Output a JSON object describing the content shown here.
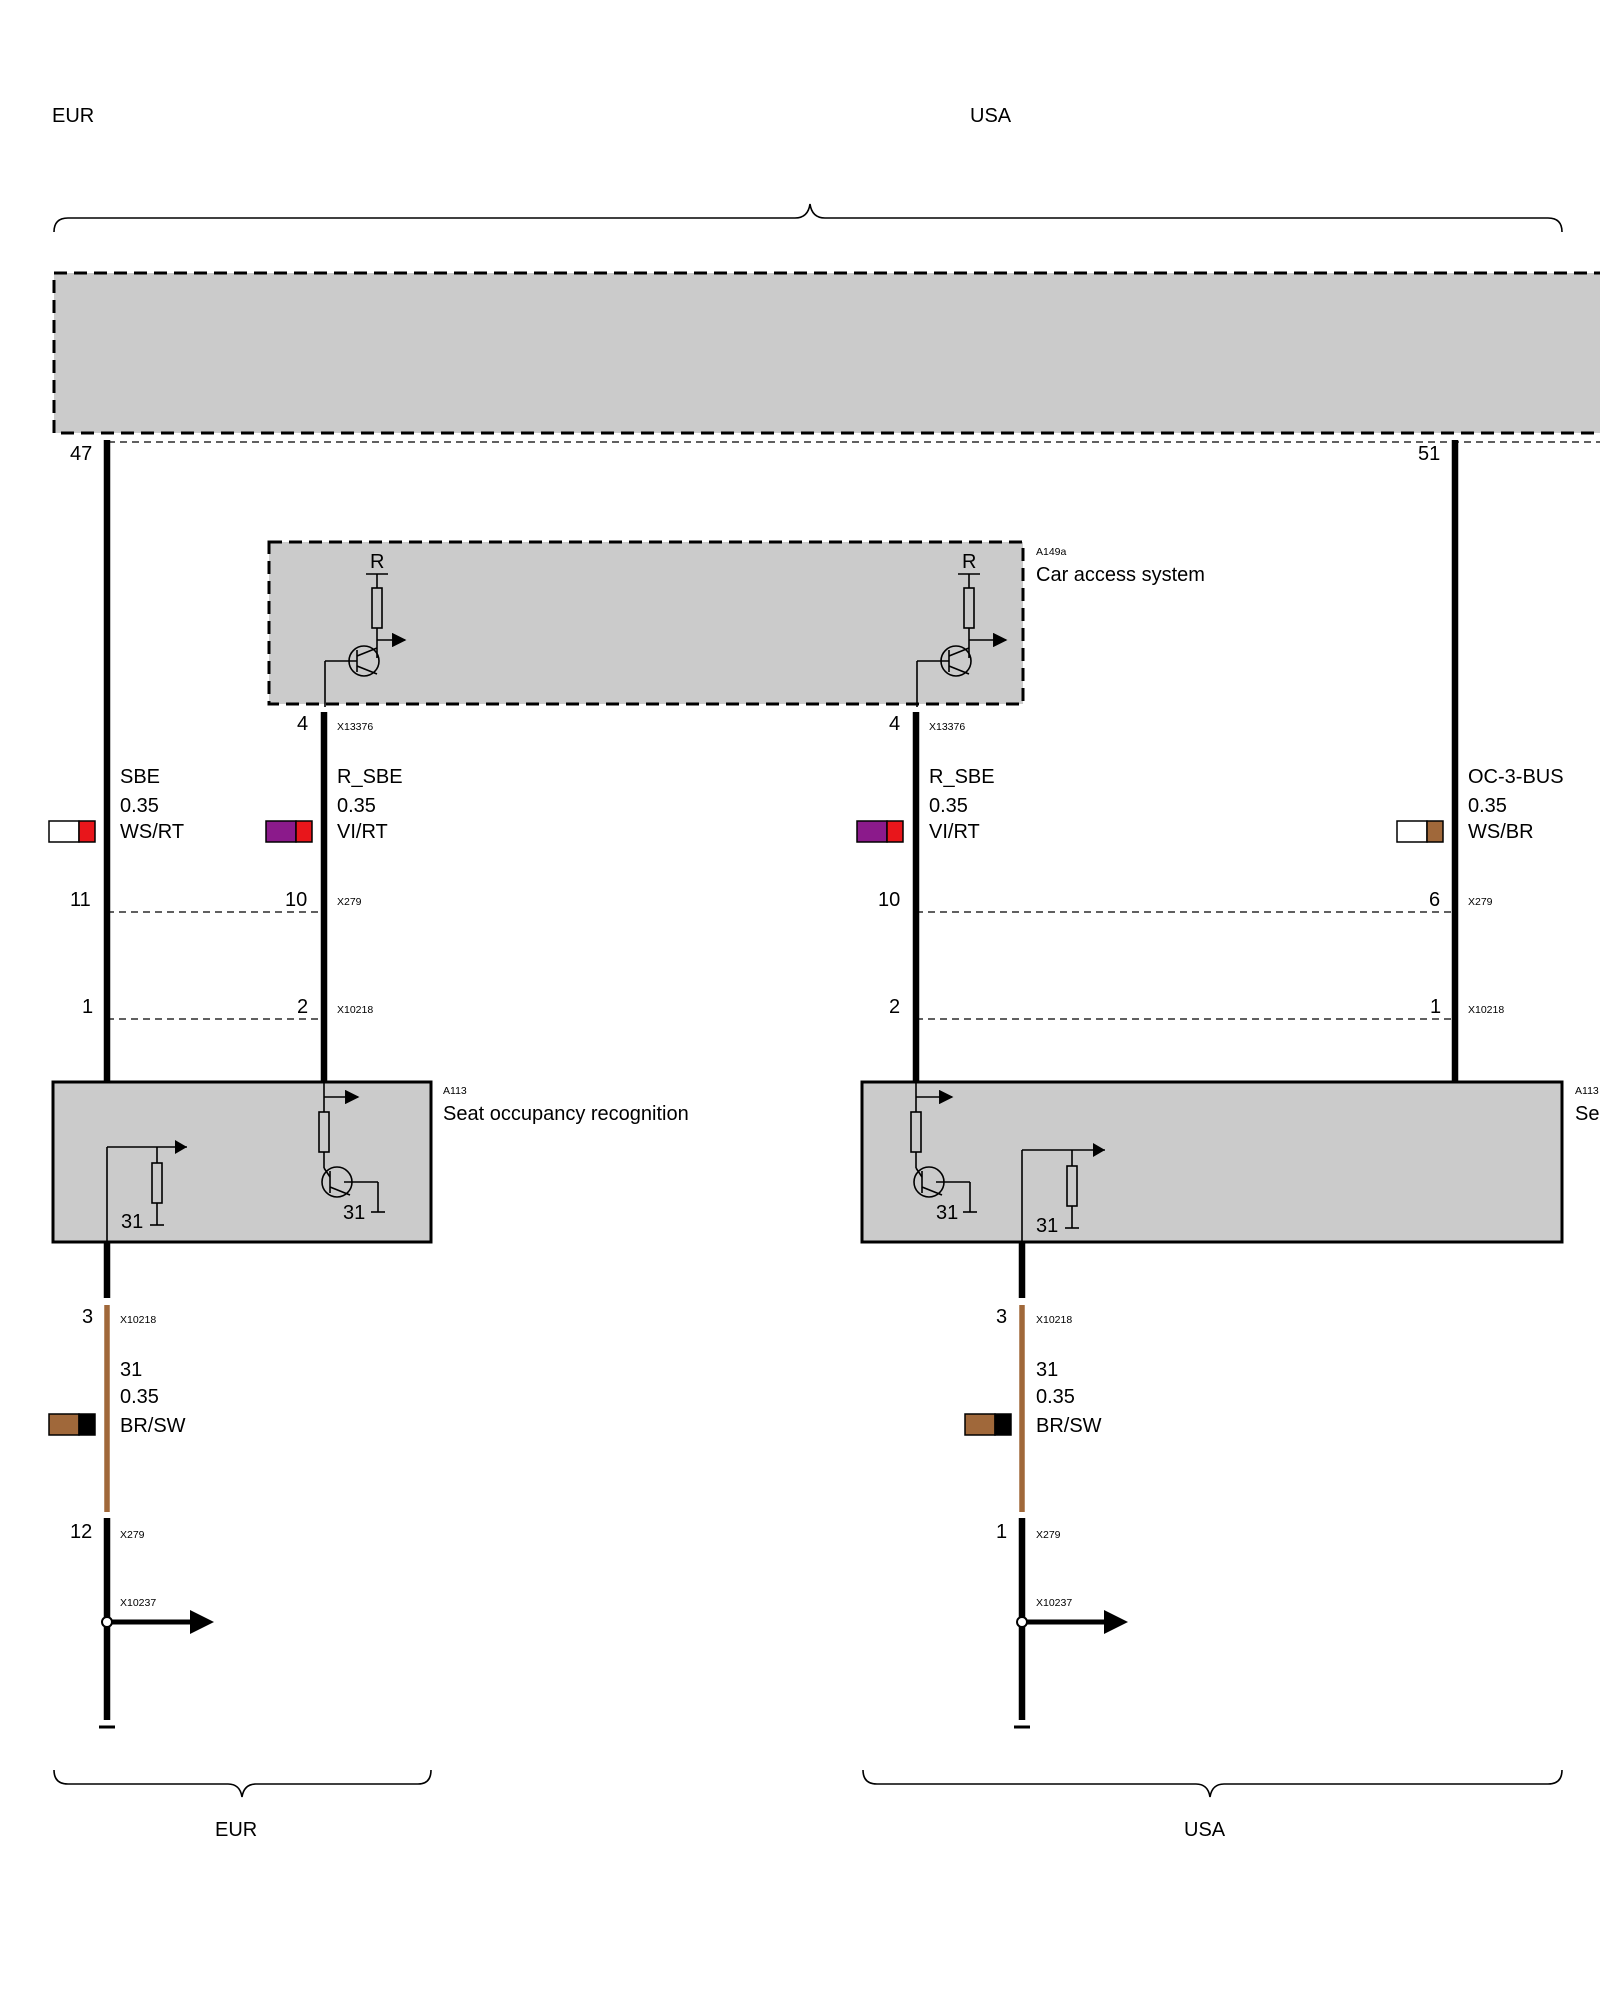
{
  "top_groups": {
    "left": "EUR",
    "right": "USA"
  },
  "bottom_groups": {
    "left": "EUR",
    "right": "USA"
  },
  "car_access_system": {
    "id": "A149a",
    "name": "Car access system",
    "resistor_label": "R",
    "connector": "X13376",
    "pin": "4"
  },
  "upper_module": {
    "pin_left": "47",
    "pin_right": "51"
  },
  "wires": {
    "sbe": {
      "signal": "SBE",
      "size": "0.35",
      "color_code": "WS/RT",
      "colors": [
        "#ffffff",
        "#e8161b"
      ]
    },
    "r_sbe": {
      "signal": "R_SBE",
      "size": "0.35",
      "color_code": "VI/RT",
      "colors": [
        "#8b1a8b",
        "#e8161b"
      ]
    },
    "oc3bus": {
      "signal": "OC-3-BUS",
      "size": "0.35",
      "color_code": "WS/BR",
      "colors": [
        "#ffffff",
        "#a0683a"
      ]
    },
    "ground": {
      "signal": "31",
      "size": "0.35",
      "color_code": "BR/SW",
      "colors": [
        "#a0683a",
        "#000000"
      ]
    }
  },
  "x279": {
    "id": "X279",
    "eur_pins": [
      "11",
      "10",
      "12"
    ],
    "usa_pins": [
      "10",
      "6",
      "1"
    ]
  },
  "x10218": {
    "id": "X10218",
    "eur_pins": [
      "1",
      "2",
      "3"
    ],
    "usa_pins": [
      "2",
      "1",
      "3"
    ]
  },
  "x10237": {
    "id": "X10237"
  },
  "seat_module": {
    "id": "A113",
    "name": "Seat occupancy recognition",
    "ground_label": "31",
    "usa_id_partial": "A113",
    "usa_name_partial": "Se"
  }
}
